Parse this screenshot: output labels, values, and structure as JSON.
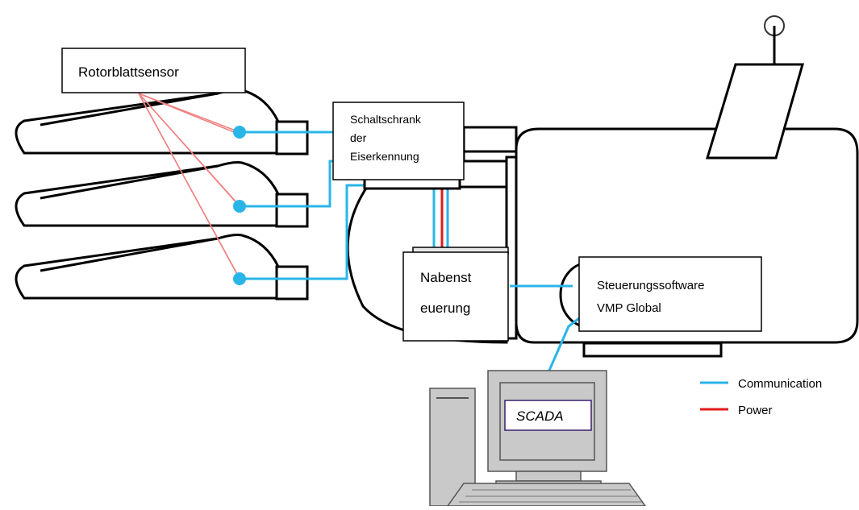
{
  "labels": {
    "rotor_sensor": "Rotorblattsensor",
    "cabinet": [
      "Schaltschrank",
      "der",
      "Eiserkennung"
    ],
    "hub_control": [
      "Nabenst",
      "euerung"
    ],
    "control_software": [
      "Steuerungssoftware",
      "VMP Global"
    ],
    "scada": "SCADA"
  },
  "legend": {
    "items": [
      {
        "label": "Communication",
        "color": "#29b5e8"
      },
      {
        "label": "Power",
        "color": "#e31b1b"
      }
    ]
  },
  "colors": {
    "communication": "#29b5e8",
    "power": "#e31b1b",
    "sensor_lines": "#f08080",
    "sensor_dot": "#29b5e8",
    "monitor_fill": "#c9c9c9",
    "scada_border": "#3b1f6e"
  }
}
